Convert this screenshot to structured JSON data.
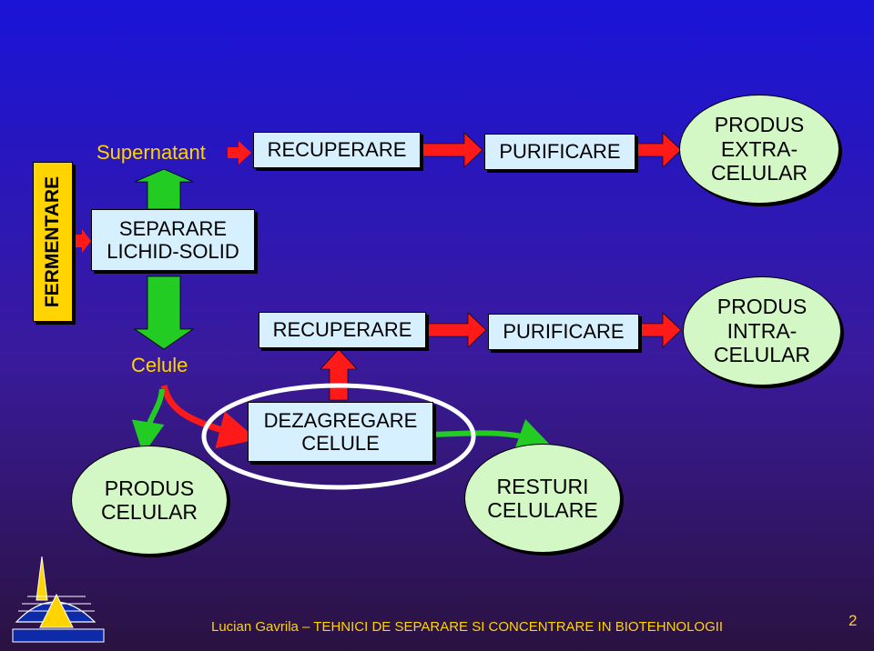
{
  "side_label": "FERMENTARE",
  "labels": {
    "supernatant": "Supernatant",
    "celule": "Celule"
  },
  "boxes": {
    "separare": "SEPARARE\nLICHID-SOLID",
    "recuperare_top": "RECUPERARE",
    "purificare_top": "PURIFICARE",
    "recuperare_mid": "RECUPERARE",
    "purificare_mid": "PURIFICARE",
    "dezagregare": "DEZAGREGARE\nCELULE"
  },
  "ellipses": {
    "produs_extra": "PRODUS\nEXTRA-\nCELULAR",
    "produs_intra": "PRODUS\nINTRA-\nCELULAR",
    "produs_celular": "PRODUS\nCELULAR",
    "resturi": "RESTURI\nCELULARE"
  },
  "footer": "Lucian Gavrila – TEHNICI DE SEPARARE SI CONCENTRARE IN BIOTEHNOLOGII",
  "page_number": "2",
  "colors": {
    "box_fill": "#d6f0ff",
    "ellipse_fill": "#d3f8c6",
    "arrow_red": "#ff1a1a",
    "arrow_green": "#22cc22",
    "accent_yellow": "#ffd400"
  }
}
